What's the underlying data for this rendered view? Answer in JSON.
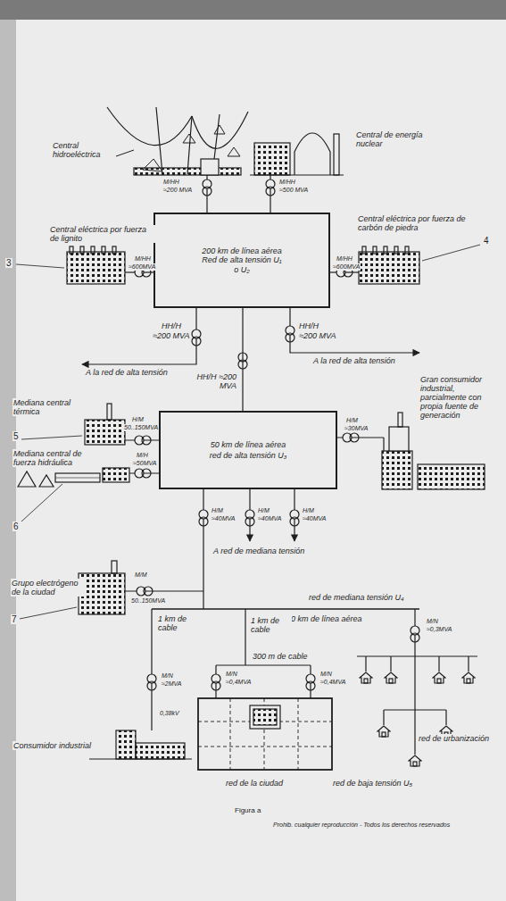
{
  "diagram": {
    "caption": "Figura a",
    "nodes": [
      {
        "text": [
          "200 km de línea aérea Red de alta tensión U₁ o U₂"
        ]
      },
      {
        "text": [
          "50 km de línea aérea",
          "red de alta tensión U₃"
        ]
      }
    ],
    "edges": [
      {
        "from": 0,
        "to": 1,
        "arrow": "none",
        "label": "HH/H ≈200 MVA"
      }
    ],
    "labels": [
      "Central hidroeléctrica",
      "Central de energía nuclear",
      "M/HH",
      "≈200 MVA",
      "M/HH",
      "≈500 MVA",
      "Central eléctrica por fuerza de lignito",
      "3",
      "M/HH",
      "≈600MVA",
      "Central eléctrica por fuerza de carbón de piedra",
      "4",
      "M/HH",
      "≈600MVA",
      "HH/H",
      "≈200 MVA",
      "A la red de alta tensión",
      "HH/H",
      "≈200 MVA",
      "A la red de alta tensión",
      "Gran consumidor industrial, parcialmente con propia fuente de generación",
      "Mediana central térmica",
      "5",
      "H/M",
      "50..150MVA",
      "Mediana central de fuerza hidráulica",
      "6",
      "M/H",
      "≈50MVA",
      "H/M",
      "≈30MVA",
      "H/M",
      "≈40MVA",
      "H/M",
      "≈40MVA",
      "H/M",
      "≈40MVA",
      "A red de mediana tensión",
      "Grupo electrógeno de la ciudad",
      "7",
      "M/M",
      "50..150MVA",
      "red de mediana tensión U₄",
      "10 km de línea aérea",
      "1 km de cable",
      "1 km de cable",
      "M/N",
      "≈0,3MVA",
      "300 m de cable",
      "M/N",
      "≈2MVA",
      "M/N",
      "≈0,4MVA",
      "M/N",
      "≈0,4MVA",
      "0,38kV",
      "Consumidor industrial",
      "red de urbanización",
      "red de la ciudad",
      "red de baja tensión U₅",
      "Prohib. cualquier reproducción - Todos los derechos reservados"
    ]
  }
}
